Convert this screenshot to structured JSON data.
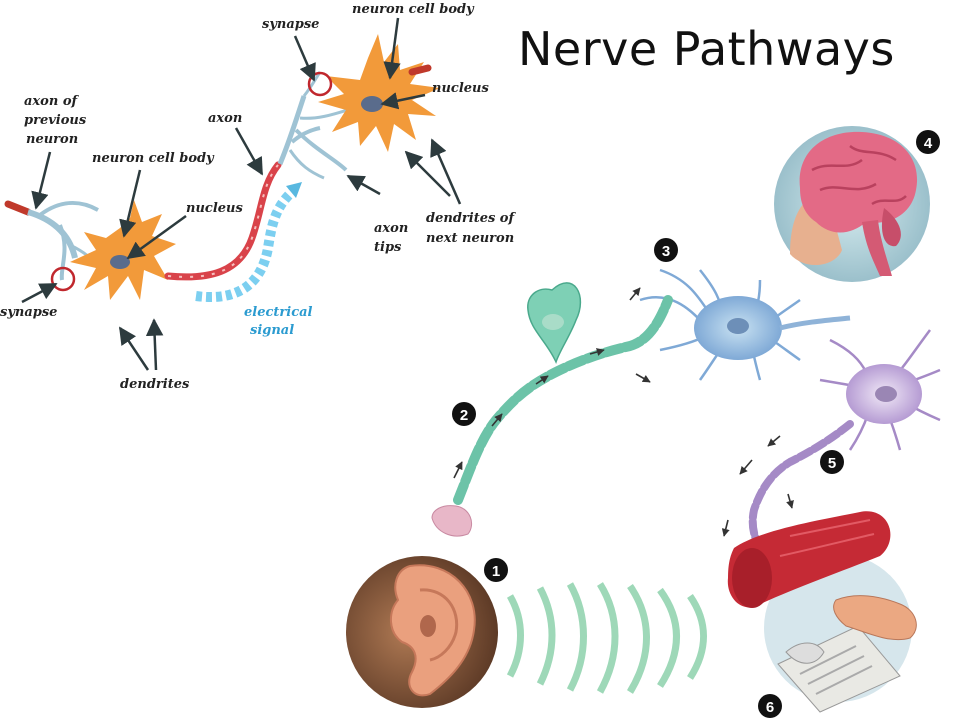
{
  "title": "Nerve Pathways",
  "labels": {
    "synapse_top": "synapse",
    "neuron_cell_body_top": "neuron cell body",
    "nucleus_top": "nucleus",
    "axon_prev_1": "axon of",
    "axon_prev_2": "previous",
    "axon_prev_3": "neuron",
    "neuron_cell_body_left": "neuron cell body",
    "nucleus_left": "nucleus",
    "axon": "axon",
    "axon_tips_1": "axon",
    "axon_tips_2": "tips",
    "dendrites_next_1": "dendrites of",
    "dendrites_next_2": "next neuron",
    "synapse_left": "synapse",
    "electrical_1": "electrical",
    "electrical_2": "signal",
    "dendrites": "dendrites"
  },
  "steps": [
    "1",
    "2",
    "3",
    "4",
    "5",
    "6"
  ],
  "colors": {
    "neuron_body": "#f29a3a",
    "nucleus": "#5a6c8c",
    "dendrite_blue": "#9fc3d4",
    "axon_red": "#d9434a",
    "signal_blue": "#58b8e0",
    "synapse_circle": "#c0272d",
    "wave_green": "#86cfa7",
    "brain_pink": "#e36a86",
    "muscle_red": "#c52a35"
  }
}
